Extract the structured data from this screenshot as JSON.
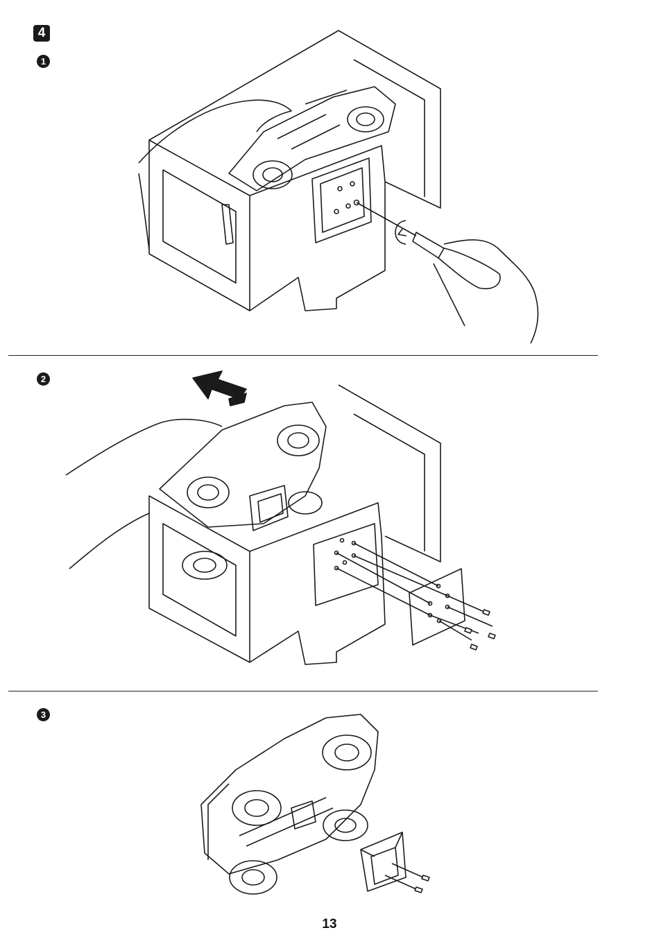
{
  "step": {
    "number": "4"
  },
  "substeps": [
    {
      "number": "1",
      "label": "➊"
    },
    {
      "number": "2",
      "label": "➋"
    },
    {
      "number": "3",
      "label": "➌"
    }
  ],
  "page": {
    "number": "13"
  },
  "colors": {
    "ink": "#1a1a1a",
    "paper": "#ffffff"
  }
}
